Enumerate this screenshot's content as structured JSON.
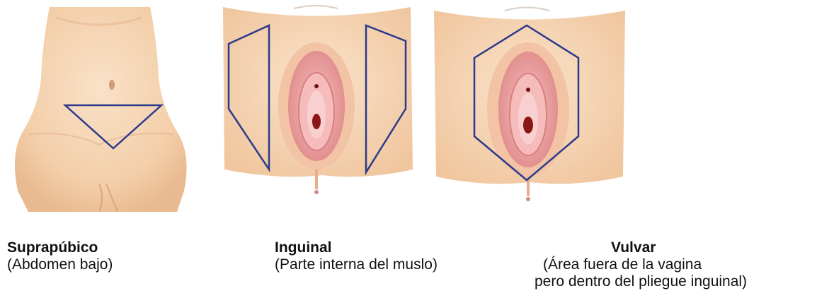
{
  "regions": [
    {
      "title": "Suprapúbico",
      "desc_lines": [
        "(Abdomen bajo)"
      ]
    },
    {
      "title": "Inguinal",
      "desc_lines": [
        "(Parte interna del muslo)"
      ]
    },
    {
      "title": "Vulvar",
      "desc_lines": [
        "(Área fuera de la vagina",
        "pero dentro del pliegue inguinal)"
      ]
    }
  ],
  "colors": {
    "skin": "#f3cfa9",
    "skin_light": "#f8dfc3",
    "skin_shadow": "#e7b58d",
    "marker": "#2c3a8c",
    "labia_outer": "#e79a9a",
    "labia_inner": "#f3b6b6",
    "opening": "#8a1616"
  }
}
